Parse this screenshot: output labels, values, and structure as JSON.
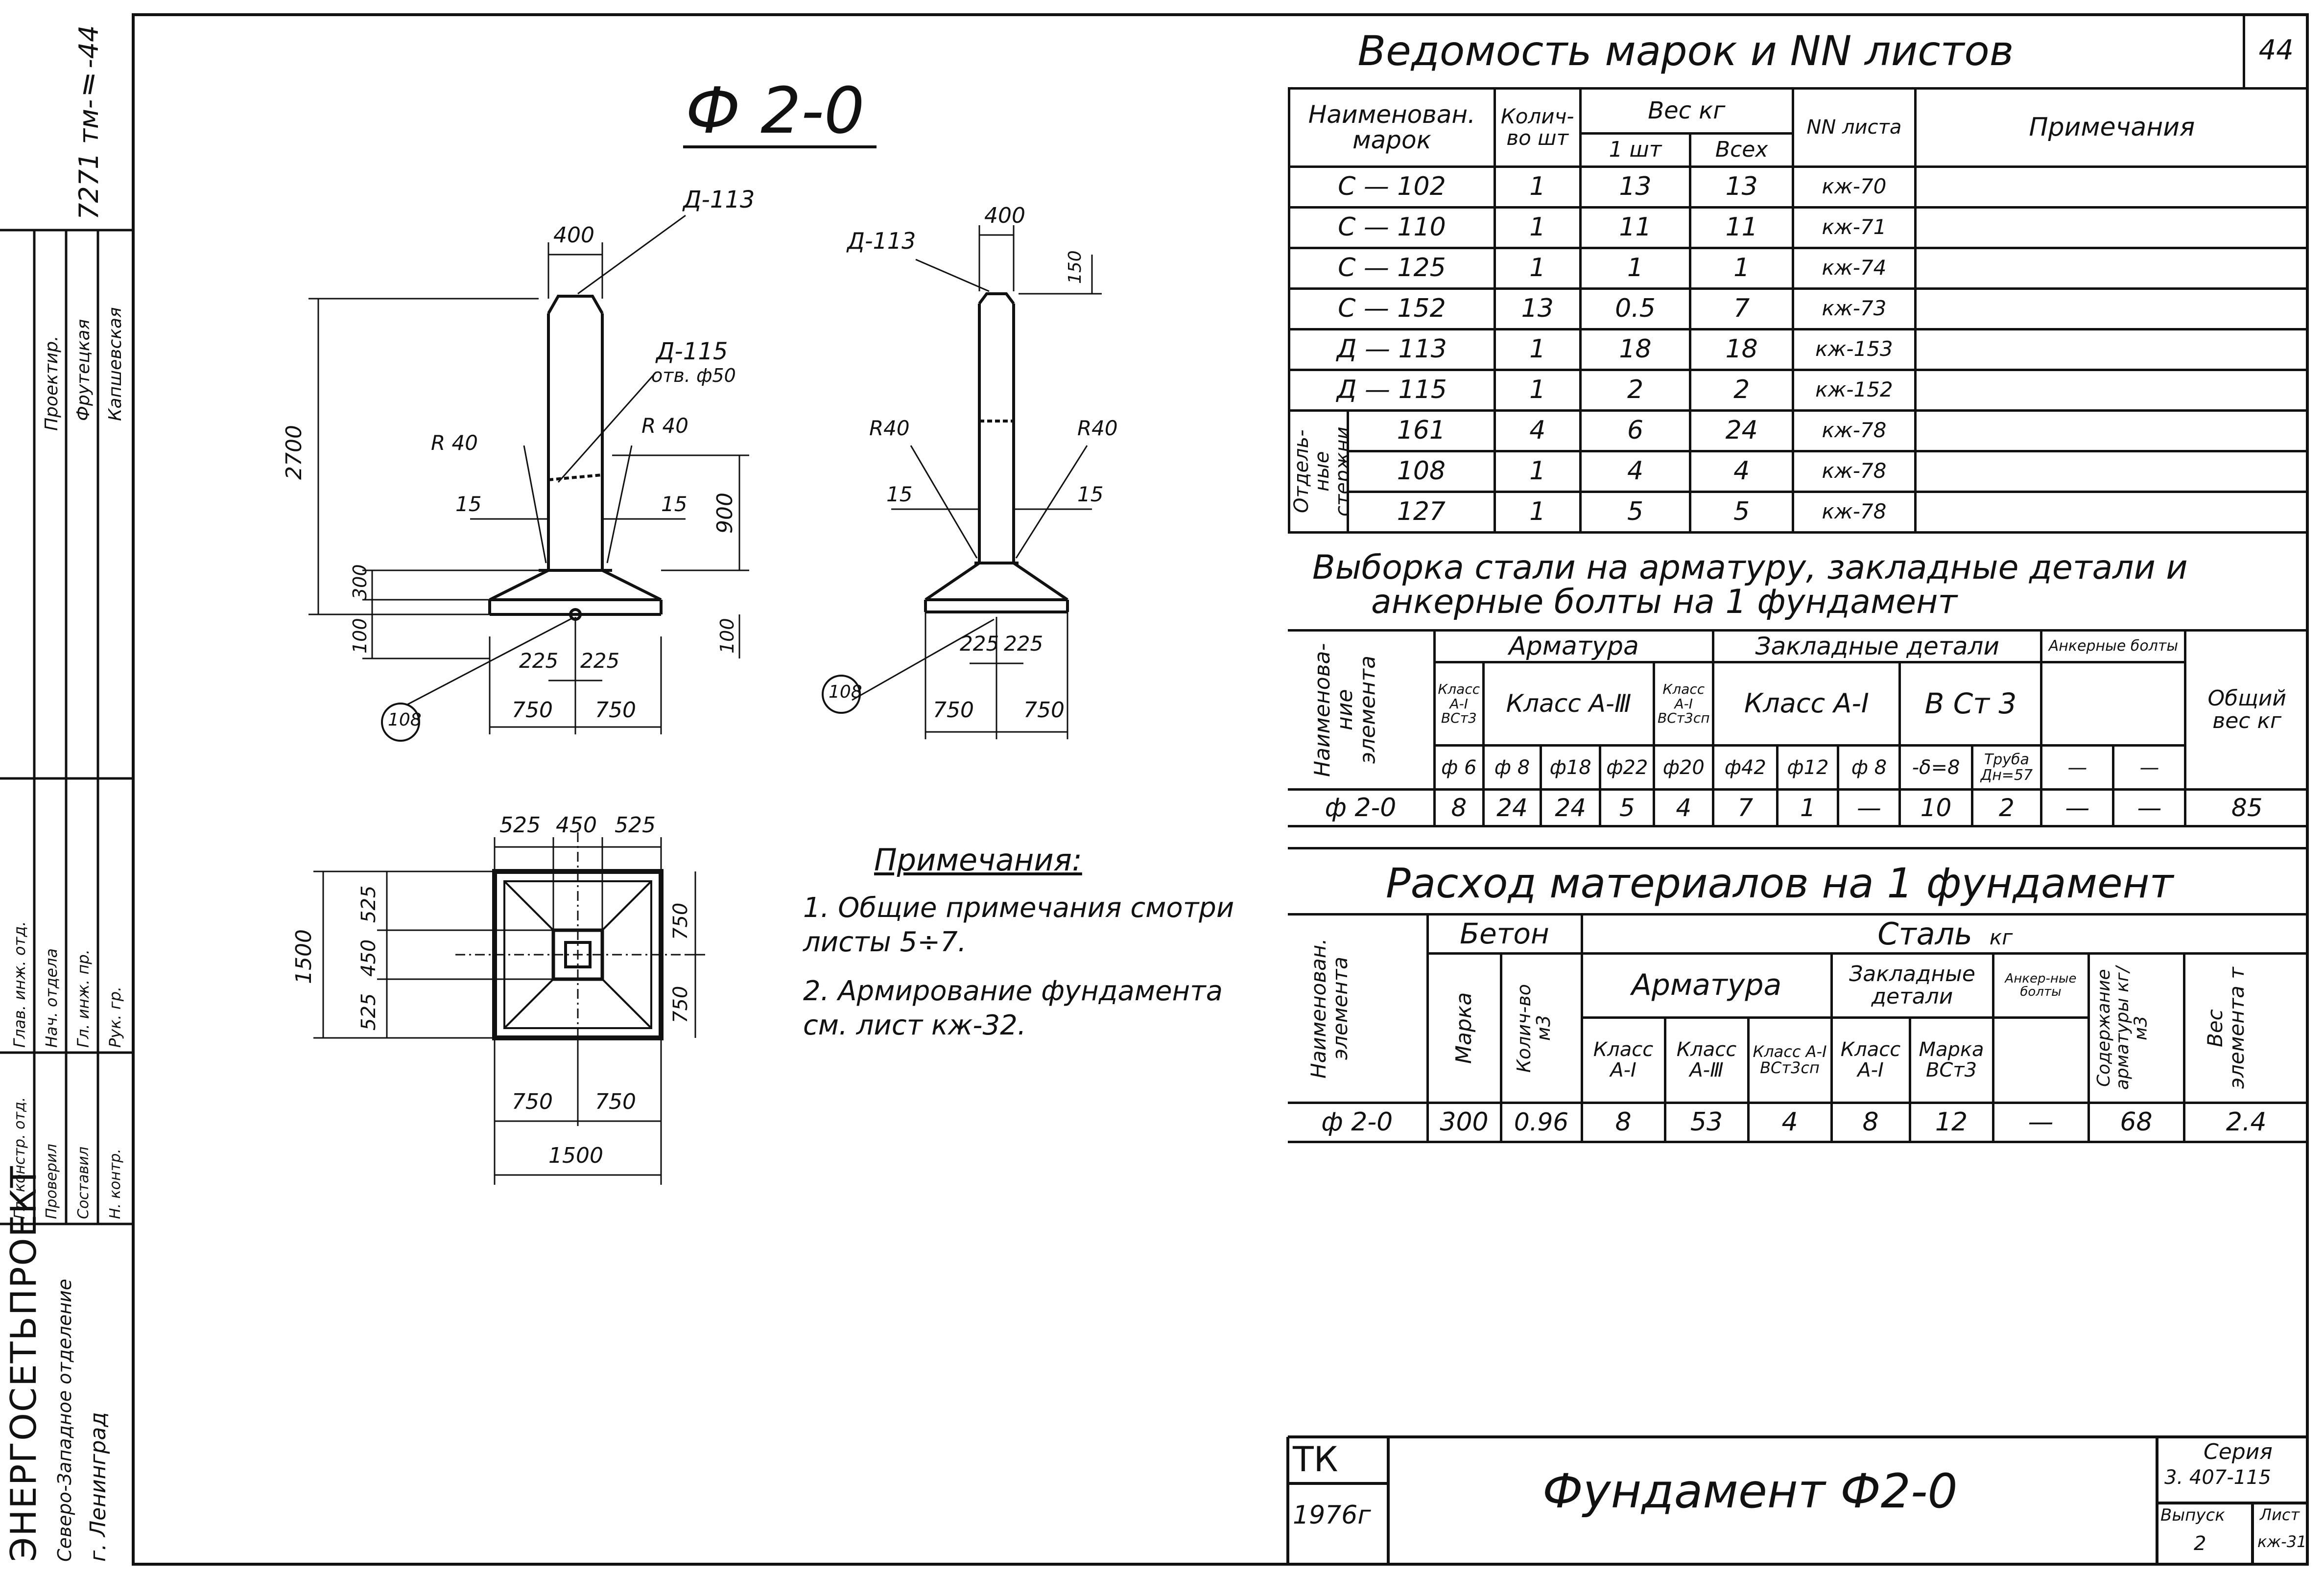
{
  "left_strip": {
    "project_code": "7271 тм-Ⅱ-44",
    "org_name": "ЭНЕРГОСЕТЬПРОЕКТ",
    "org_branch": "Северо-Западное отделение",
    "org_city": "г. Ленинград",
    "roles": [
      "Глав. инж. отд.",
      "Нач. отдела",
      "Гл. инж. пр.",
      "Рук. гр.",
      "Гл. констр. отд.",
      "Проверил",
      "Составил",
      "Проектир.",
      "Н. контр."
    ],
    "names": [
      "Фрутецкая",
      "Капшевская"
    ]
  },
  "drawing": {
    "title": "Ф 2-0",
    "front_view": {
      "dims": [
        "400",
        "2700",
        "900",
        "300",
        "100",
        "15",
        "15",
        "R 40",
        "R 40",
        "225",
        "225",
        "750",
        "750"
      ],
      "callouts": [
        "Д-113",
        "Д-115",
        "отв. ф50",
        "108"
      ]
    },
    "side_view": {
      "dims": [
        "400",
        "150",
        "R40",
        "R40",
        "15",
        "15",
        "100",
        "225",
        "225",
        "750",
        "750"
      ],
      "callouts": [
        "Д-113",
        "108"
      ]
    },
    "plan_view": {
      "dims_top": [
        "525",
        "450",
        "525"
      ],
      "dims_left": [
        "1500",
        "525",
        "450",
        "525"
      ],
      "dims_right": [
        "750",
        "750"
      ],
      "dims_bottom": [
        "750",
        "750",
        "1500"
      ]
    }
  },
  "notes": {
    "heading": "Примечания:",
    "items": [
      "1. Общие примечания смотри листы 5÷7.",
      "2. Армирование фундамента см. лист  кж-32."
    ]
  },
  "marks_table": {
    "title": "Ведомость марок и NN листов",
    "page_no": "44",
    "headers": [
      "Наименован. марок",
      "Колич-во шт",
      "Вес кг",
      "1 шт",
      "Всех",
      "NN листа",
      "Примечания"
    ],
    "rows": [
      {
        "mark": "С — 102",
        "qty": "1",
        "w1": "13",
        "wall": "13",
        "sheet": "кж-70"
      },
      {
        "mark": "С — 110",
        "qty": "1",
        "w1": "11",
        "wall": "11",
        "sheet": "кж-71"
      },
      {
        "mark": "С — 125",
        "qty": "1",
        "w1": "1",
        "wall": "1",
        "sheet": "кж-74"
      },
      {
        "mark": "С — 152",
        "qty": "13",
        "w1": "0.5",
        "wall": "7",
        "sheet": "кж-73"
      },
      {
        "mark": "Д — 113",
        "qty": "1",
        "w1": "18",
        "wall": "18",
        "sheet": "кж-153"
      },
      {
        "mark": "Д — 115",
        "qty": "1",
        "w1": "2",
        "wall": "2",
        "sheet": "кж-152"
      }
    ],
    "bars_label": "Отдель-ные стержни",
    "bars": [
      {
        "mark": "161",
        "qty": "4",
        "w1": "6",
        "wall": "24",
        "sheet": "кж-78"
      },
      {
        "mark": "108",
        "qty": "1",
        "w1": "4",
        "wall": "4",
        "sheet": "кж-78"
      },
      {
        "mark": "127",
        "qty": "1",
        "w1": "5",
        "wall": "5",
        "sheet": "кж-78"
      }
    ]
  },
  "steel_table": {
    "title1": "Выборка стали на арматуру, закладные детали и",
    "title2": "анкерные болты на 1 фундамент",
    "h_name": "Наименова-ние элемента",
    "h_armatura": "Арматура",
    "h_embedded": "Закладные детали",
    "h_anchor": "Анкерные болты",
    "h_total": "Общий вес кг",
    "h_class_ai": "Класс А-I ВСт3",
    "h_class_aiii": "Класс А-Ⅲ",
    "h_class_ai_sp": "Класс А-I ВСт3сп",
    "h_emb_class": "Класс А-I",
    "h_emb_vst": "В Ст 3",
    "diams": [
      "ф 6",
      "ф 8",
      "ф18",
      "ф22",
      "ф20",
      "ф42",
      "ф12",
      "ф 8",
      "-δ=8",
      "Труба Дн=57",
      "—",
      "—"
    ],
    "row": {
      "name": "ф 2-0",
      "values": [
        "8",
        "24",
        "24",
        "5",
        "4",
        "7",
        "1",
        "—",
        "10",
        "2",
        "—",
        "—"
      ],
      "total": "85"
    }
  },
  "material_table": {
    "title": "Расход материалов на 1 фундамент",
    "h_name": "Наименован. элемента",
    "h_concrete": "Бетон",
    "h_steel": "Сталь",
    "h_steel_unit": "кг",
    "h_mark": "Марка",
    "h_volume": "Колич-во м3",
    "h_armatura": "Арматура",
    "h_embedded": "Закладные детали",
    "h_anchor": "Анкер-ные болты",
    "h_content": "Содержание арматуры кг/м3",
    "h_weight": "Вес элемента т",
    "sub": [
      "Класс А-I",
      "Класс А-Ⅲ",
      "Класс А-I ВСт3сп",
      "Класс А-I",
      "Марка ВСт3"
    ],
    "row": {
      "name": "ф 2-0",
      "values": [
        "300",
        "0.96",
        "8",
        "53",
        "4",
        "8",
        "12",
        "—",
        "68",
        "2.4"
      ]
    }
  },
  "stamp": {
    "org": "ТК",
    "year": "1976г",
    "title": "Фундамент Ф2-0",
    "series_label": "Серия",
    "series": "3. 407-115",
    "issue_label": "Выпуск",
    "issue": "2",
    "sheet_label": "Лист",
    "sheet": "кж-31"
  }
}
